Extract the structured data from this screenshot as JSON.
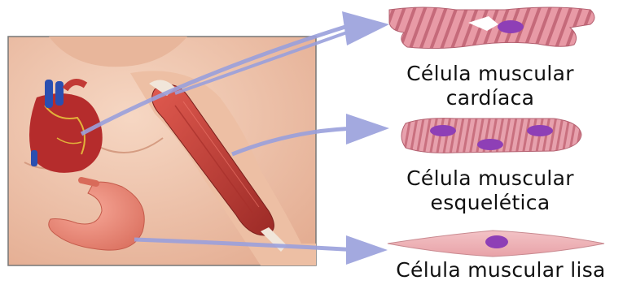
{
  "labels": {
    "cardiac": {
      "line1": "Célula muscular",
      "line2": "cardíaca"
    },
    "skeletal": {
      "line1": "Célula muscular",
      "line2": "esquelética"
    },
    "smooth": {
      "line1": "Célula muscular lisa"
    }
  },
  "colors": {
    "arrow": "#9aa0dc",
    "cell_pink": "#e89aa6",
    "cell_stripe": "#c56a7a",
    "nucleus": "#8e3fb6",
    "skin": "#f2c7ad",
    "heart_red": "#b52c2c",
    "vessel_blue": "#2a4fb0",
    "muscle_red": "#c23a35",
    "stomach": "#f08a78",
    "frame": "#777777"
  },
  "icons": [
    "heart-icon",
    "stomach-icon",
    "arm-muscle-icon",
    "cardiac-cell-icon",
    "skeletal-cell-icon",
    "smooth-cell-icon"
  ]
}
